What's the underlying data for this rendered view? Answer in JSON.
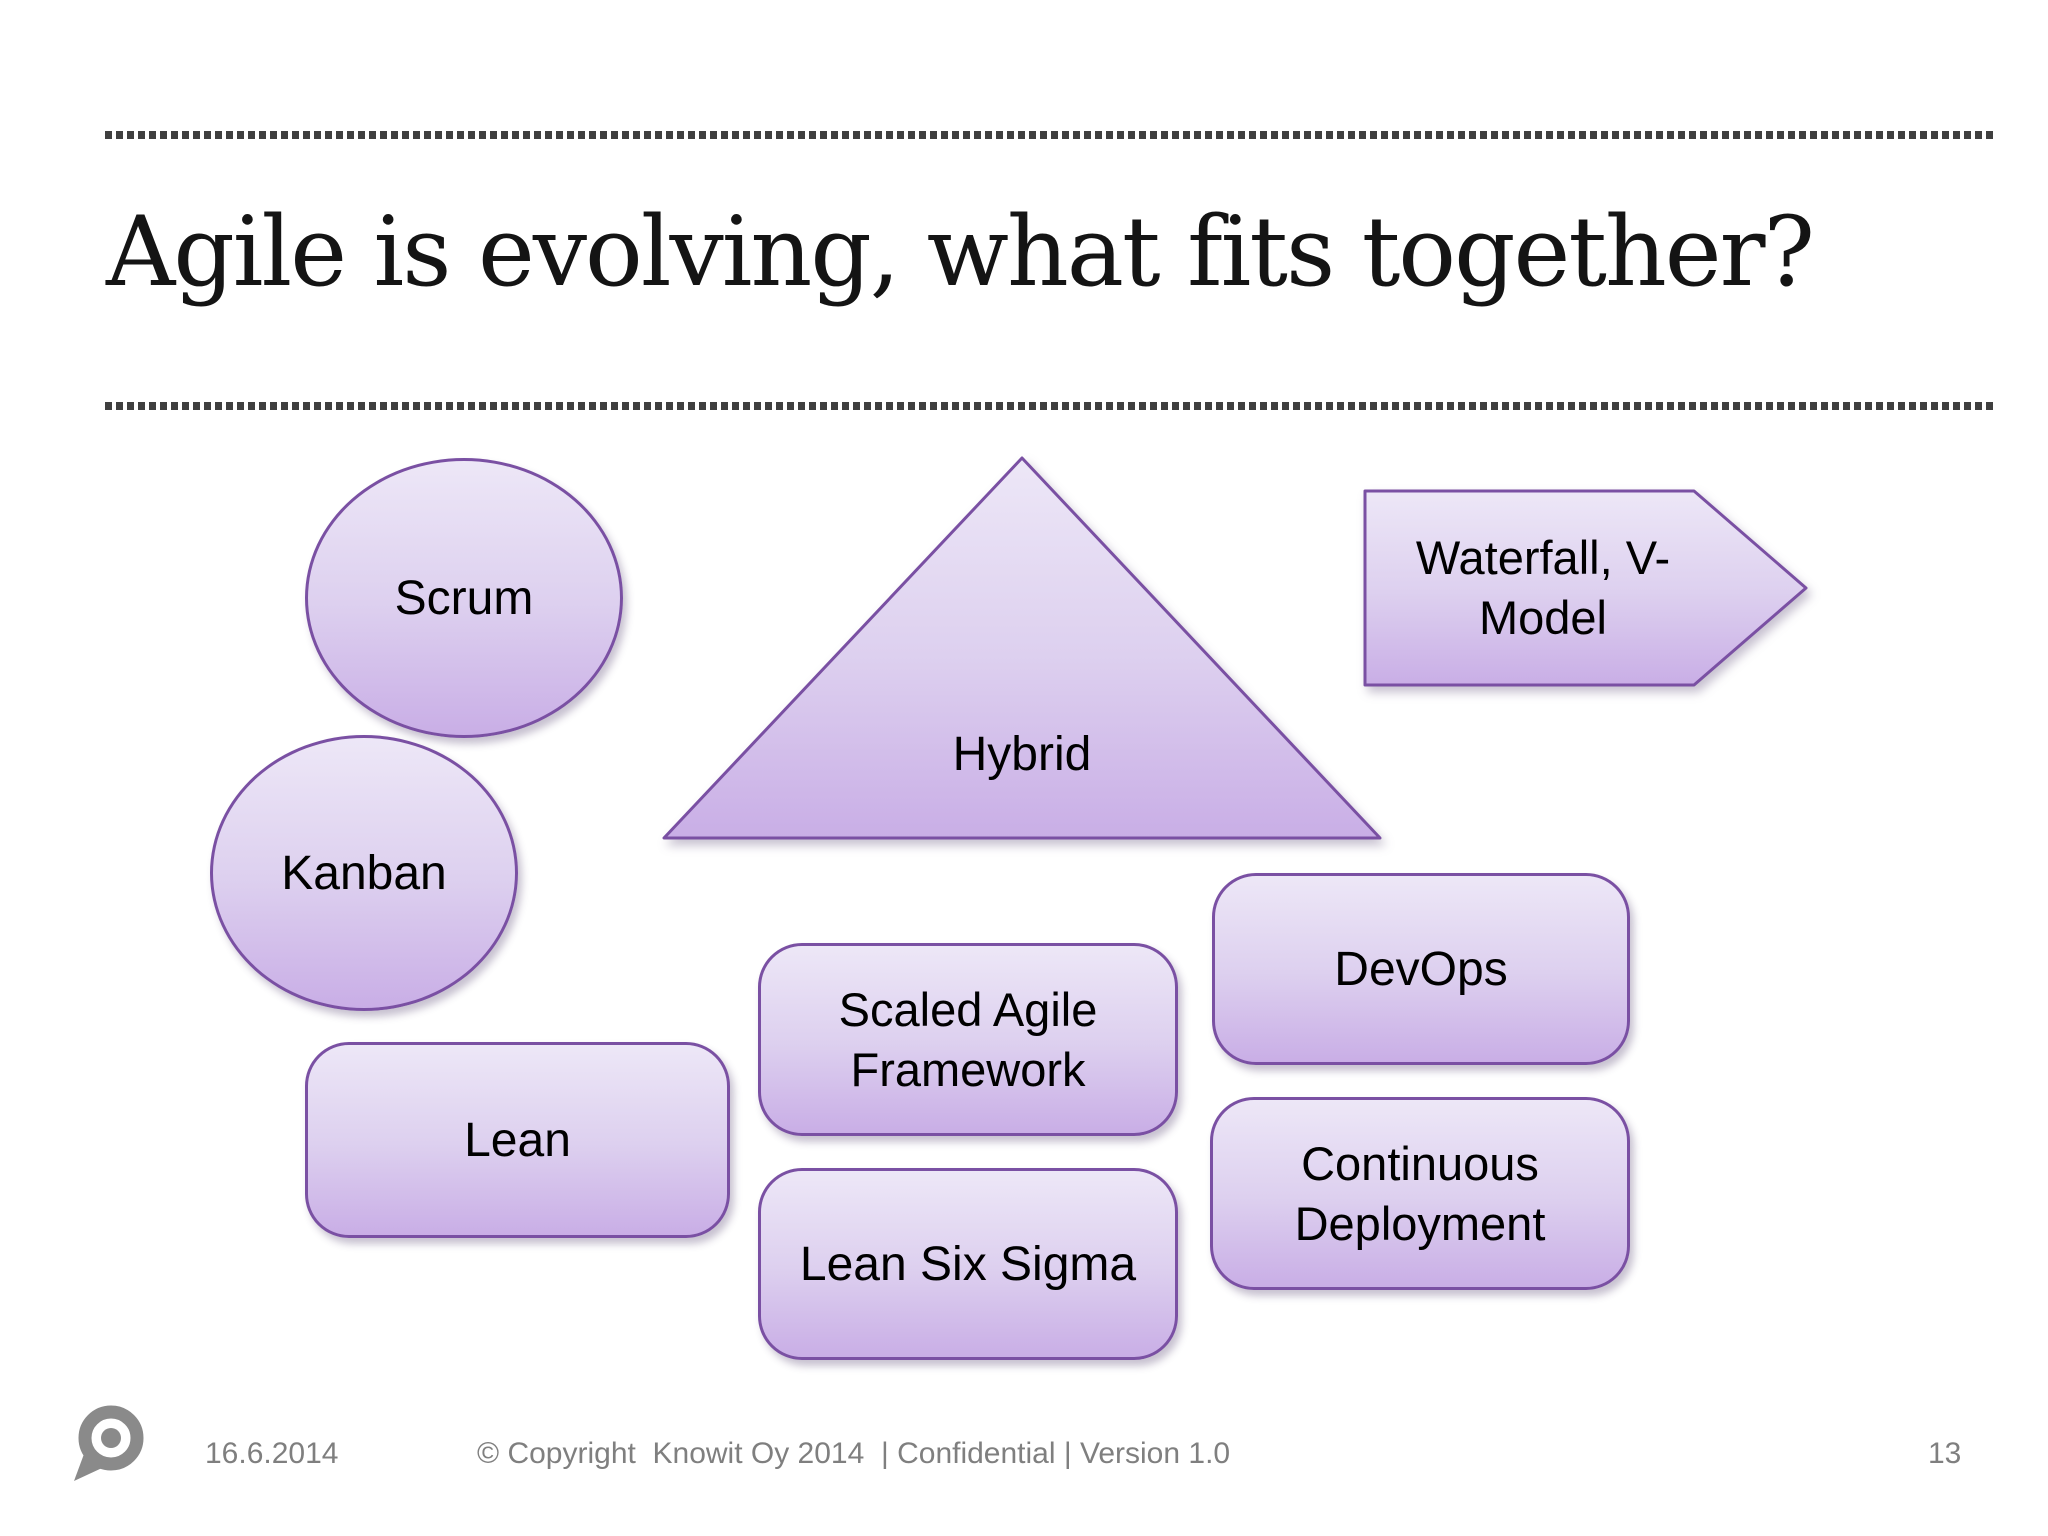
{
  "slide": {
    "title": "Agile is evolving, what fits together?",
    "shapes": {
      "scrum": {
        "label": "Scrum",
        "type": "ellipse"
      },
      "kanban": {
        "label": "Kanban",
        "type": "ellipse"
      },
      "lean": {
        "label": "Lean",
        "type": "rounded-rectangle"
      },
      "hybrid": {
        "label": "Hybrid",
        "type": "triangle"
      },
      "waterfall": {
        "label": "Waterfall, V-Model",
        "lines": [
          "Waterfall, V-",
          "Model"
        ],
        "type": "right-arrow-pentagon"
      },
      "scaled_agile": {
        "label": "Scaled Agile Framework",
        "lines": [
          "Scaled Agile",
          "Framework"
        ],
        "type": "rounded-rectangle"
      },
      "lean_six_sigma": {
        "label": "Lean Six Sigma",
        "type": "rounded-rectangle"
      },
      "devops": {
        "label": "DevOps",
        "type": "rounded-rectangle"
      },
      "continuous_deployment": {
        "label": "Continuous Deployment",
        "lines": [
          "Continuous",
          "Deployment"
        ],
        "type": "rounded-rectangle"
      }
    },
    "footer": {
      "date": "16.6.2014",
      "copyright": "© Copyright  Knowit Oy 2014  | Confidential | Version 1.0",
      "page_number": "13"
    },
    "logo": {
      "name": "knowit-logo"
    },
    "colors": {
      "shape_fill_top": "#EDE7F7",
      "shape_fill_mid": "#DDD0EF",
      "shape_fill_bottom": "#C9AEE6",
      "shape_border": "#7A50A3",
      "title_text": "#141414",
      "shape_text": "#000000",
      "footer_text": "#7F7F7F",
      "dotted_line": "#3F3F3F",
      "logo_gray": "#8A8A8A"
    }
  }
}
